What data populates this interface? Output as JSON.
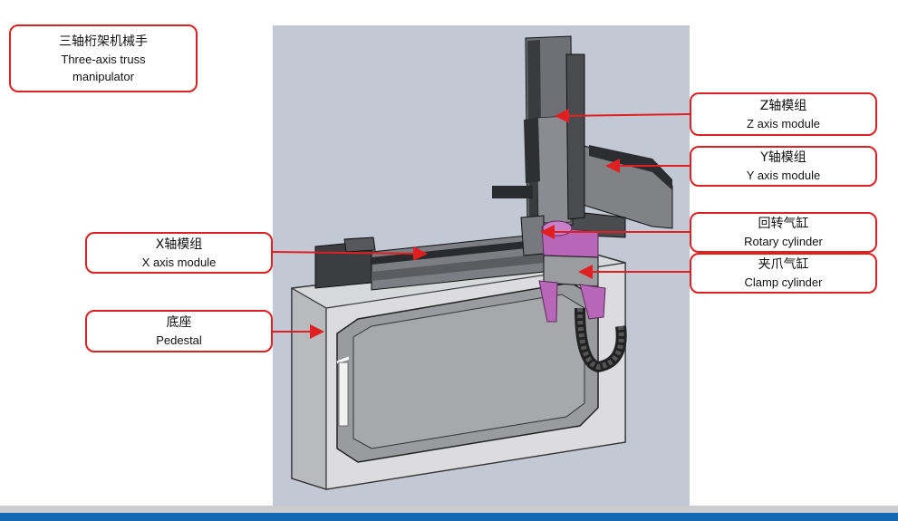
{
  "title": {
    "zh": "三轴桁架机械手",
    "en_line1": "Three-axis truss",
    "en_line2": "manipulator"
  },
  "labels": {
    "z_axis": {
      "zh": "Z轴模组",
      "en": "Z axis module"
    },
    "y_axis": {
      "zh": "Y轴模组",
      "en": "Y axis module"
    },
    "rotary": {
      "zh": "回转气缸",
      "en": "Rotary cylinder"
    },
    "clamp": {
      "zh": "夹爪气缸",
      "en": "Clamp cylinder"
    },
    "x_axis": {
      "zh": "X轴模组",
      "en": "X axis module"
    },
    "pedestal": {
      "zh": "底座",
      "en": "Pedestal"
    }
  },
  "colors": {
    "callout": "#e02020",
    "footer_blue": "#1468b4",
    "footer_grey": "#c9ccd1",
    "backdrop": "#c3c9d4",
    "gripper": "#b866b8"
  }
}
